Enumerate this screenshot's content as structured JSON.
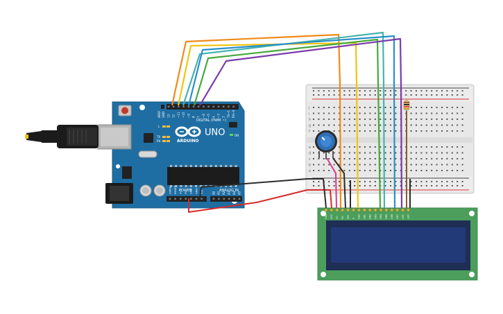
{
  "arduino": {
    "uno_label": "UNO",
    "brand_label": "ARDUINO",
    "digital_label": "DIGITAL (PWM ~)",
    "analog_label": "ANALOG IN",
    "power_label": "POWER",
    "on_label": "ON",
    "tx_label": "TX",
    "rx_label": "RX",
    "l_label": "L",
    "aref_label": "AREF",
    "gnd_label": "GND",
    "digital_pins": [
      "13",
      "12",
      "~11",
      "~10",
      "~9",
      "8",
      "7",
      "~6",
      "~5",
      "4",
      "~3",
      "2",
      "TX→1",
      "RX←0"
    ],
    "power_pins": [
      "IOREF",
      "RESET",
      "3V3",
      "5V",
      "GND",
      "GND",
      "VIN"
    ],
    "analog_pins": [
      "A0",
      "A1",
      "A2",
      "A3",
      "A4",
      "A5"
    ]
  },
  "breadboard": {
    "row_letters_top": [
      "j",
      "i",
      "h",
      "g",
      "f"
    ],
    "row_letters_bottom": [
      "e",
      "d",
      "c",
      "b",
      "a"
    ],
    "column_count": 30
  },
  "lcd": {
    "pin_labels": [
      "GND",
      "VCC",
      "V0",
      "RS",
      "RW",
      "E",
      "DB0",
      "DB1",
      "DB2",
      "DB3",
      "DB4",
      "DB5",
      "DB6",
      "DB7",
      "LED",
      "LED"
    ]
  },
  "colors": {
    "board": "#1f6ea3",
    "breadboard": "#e7e7e7",
    "lcd_pcb": "#4b9e5b",
    "lcd_screen": "#223a78",
    "wire_orange": "#ef8a1a",
    "wire_yellow": "#f1c40f",
    "wire_teal": "#45b3b0",
    "wire_blue": "#2a8fc8",
    "wire_purple": "#7a3aa8",
    "wire_green": "#46a83a",
    "wire_red": "#d62a2a",
    "wire_black": "#2b2b2b",
    "wire_pink": "#d63a8c",
    "wire_brown": "#8a5a2b"
  }
}
